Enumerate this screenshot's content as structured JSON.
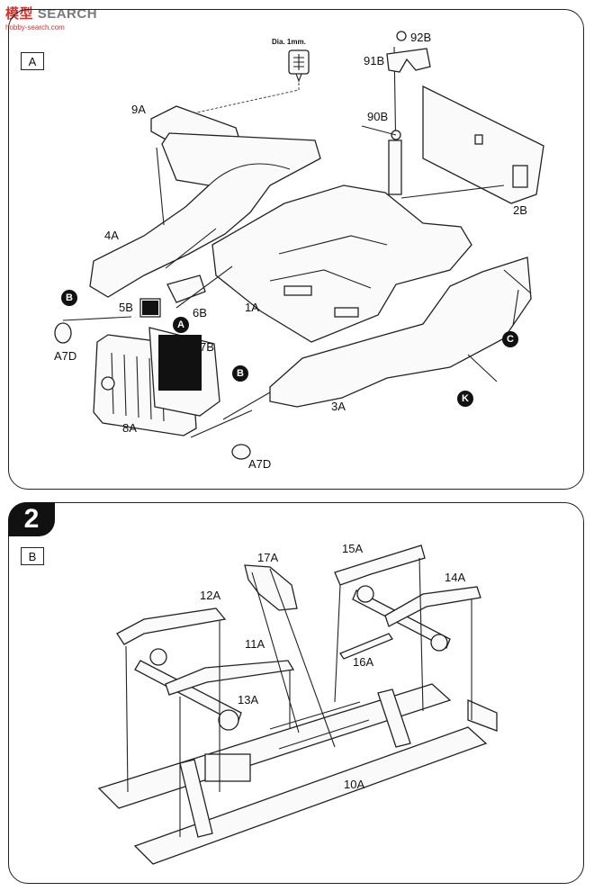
{
  "watermark": {
    "brand_a": "模型",
    "brand_b": "SEARCH",
    "url": "hobby-search.com"
  },
  "step1": {
    "subassembly": "A",
    "drill_note": "Dia. 1mm.",
    "parts": {
      "p9A": "9A",
      "p4A": "4A",
      "p5B": "5B",
      "p6B": "6B",
      "p1A": "1A",
      "p7B": "7B",
      "p8A": "8A",
      "pA7D_left": "A7D",
      "pA7D_bottom": "A7D",
      "p3A": "3A",
      "p2B": "2B",
      "p90B": "90B",
      "p91B": "91B",
      "p92B": "92B"
    },
    "markers": {
      "B1": "B",
      "A": "A",
      "B2": "B",
      "C": "C",
      "K": "K"
    }
  },
  "step2": {
    "number": "2",
    "subassembly": "B",
    "parts": {
      "p17A": "17A",
      "p15A": "15A",
      "p14A": "14A",
      "p12A": "12A",
      "p11A": "11A",
      "p13A": "13A",
      "p16A": "16A",
      "p10A": "10A"
    }
  }
}
